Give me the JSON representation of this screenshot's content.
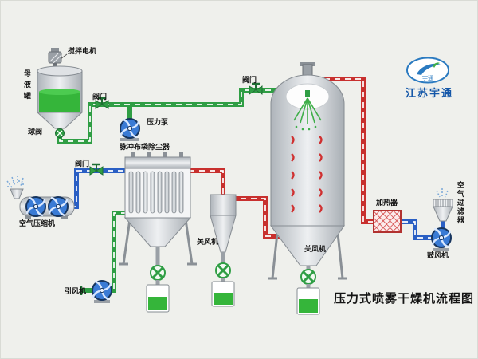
{
  "title": "压力式喷雾干燥机流程图",
  "logo": {
    "company": "江苏宇通",
    "mark": "宇通"
  },
  "labels": {
    "stir_motor": "搅拌电机",
    "mother_tank": "母液罐",
    "ball_valve": "球阀",
    "valve": "阀门",
    "pressure_pump": "压力泵",
    "bag_filter": "脉冲布袋除尘器",
    "air_compressor": "空气压缩机",
    "induced_fan": "引风机",
    "rotary_valve": "关风机",
    "heater": "加热器",
    "air_filter": "空气过滤器",
    "blower": "鼓风机"
  },
  "colors": {
    "pipe_feed_green": "#2f9e44",
    "pipe_hot_red": "#c8302e",
    "pipe_air_blue": "#2a5fc4",
    "liquid_green": "#35b53a",
    "brand_blue": "#1457a8"
  }
}
